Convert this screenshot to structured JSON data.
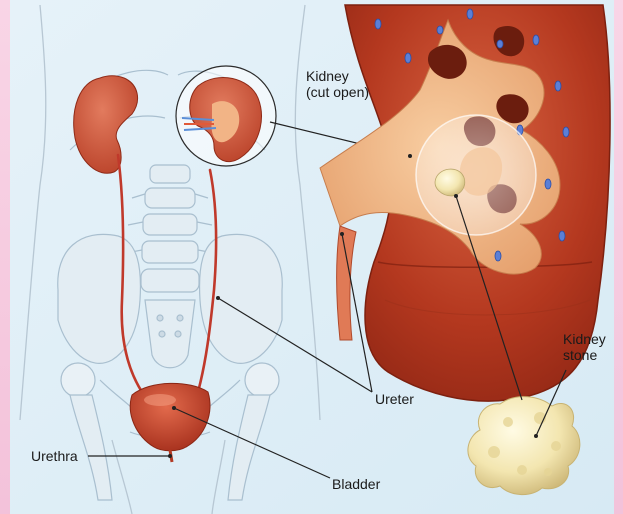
{
  "labels": {
    "kidney_cut_open_line1": "Kidney",
    "kidney_cut_open_line2": "(cut open)",
    "kidney_stone_line1": "Kidney",
    "kidney_stone_line2": "stone",
    "ureter": "Ureter",
    "urethra": "Urethra",
    "bladder": "Bladder"
  },
  "colors": {
    "page_background": "#ffffff",
    "frame_pink": "#f7cfe2",
    "panel_background": "#dcedf6",
    "kidney_red": "#b23a24",
    "kidney_flesh": "#f2b486",
    "stone_cream": "#f2e6b3",
    "bone_outline": "#a9bfcf"
  }
}
